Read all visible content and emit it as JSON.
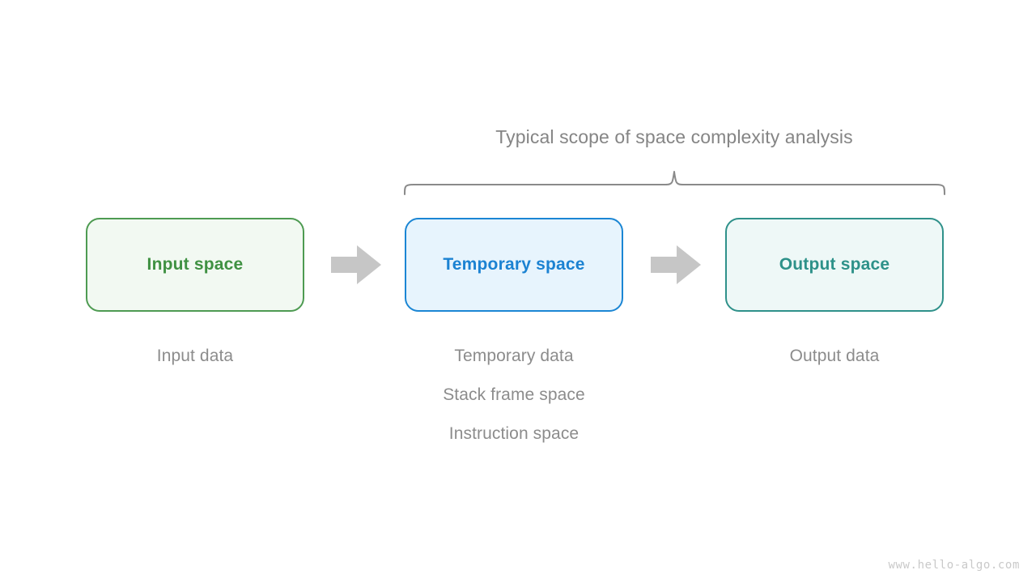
{
  "diagram": {
    "scope_title": "Typical scope of space complexity analysis",
    "watermark": "www.hello-algo.com",
    "colors": {
      "background": "#ffffff",
      "input_border": "#4e9b52",
      "input_fill": "#f2f9f2",
      "input_text": "#3f9142",
      "temp_border": "#1b86d4",
      "temp_fill": "#e7f4fd",
      "temp_text": "#1b82d2",
      "output_border": "#2f918a",
      "output_fill": "#eef8f7",
      "output_text": "#2d9189",
      "arrow": "#c6c6c6",
      "brace": "#8a8a8a",
      "caption_text": "#8c8c8c",
      "title_text": "#858585",
      "watermark_text": "#c9c9c9"
    },
    "boxes": [
      {
        "id": "input",
        "label": "Input space",
        "captions": [
          "Input data"
        ]
      },
      {
        "id": "temporary",
        "label": "Temporary space",
        "captions": [
          "Temporary data",
          "Stack frame space",
          "Instruction space"
        ]
      },
      {
        "id": "output",
        "label": "Output space",
        "captions": [
          "Output data"
        ]
      }
    ],
    "arrows": [
      {
        "id": "input-to-temporary",
        "icon": "right-arrow-icon"
      },
      {
        "id": "temporary-to-output",
        "icon": "right-arrow-icon"
      }
    ]
  }
}
